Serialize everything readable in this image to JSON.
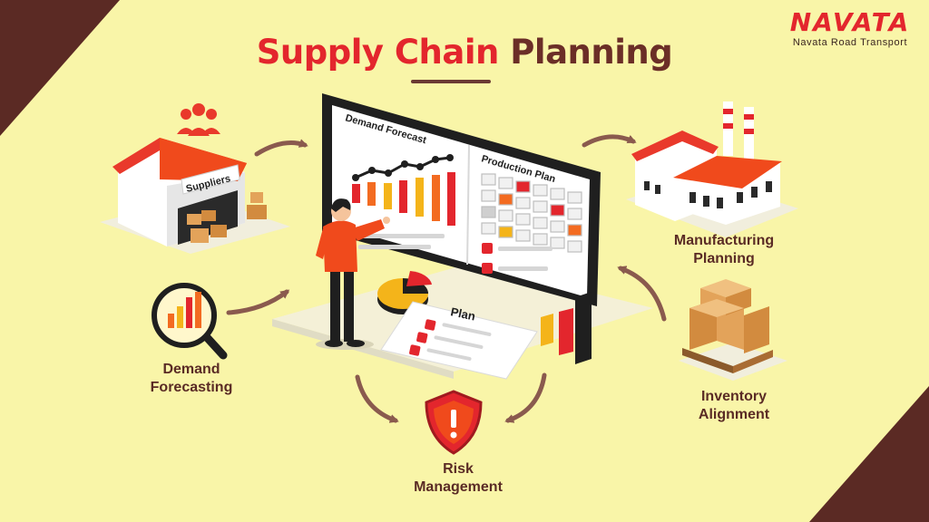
{
  "header": {
    "title_part1": "Supply Chain",
    "title_part2": "Planning"
  },
  "brand": {
    "logo_text": "NAVATA",
    "tagline": "Navata Road Transport"
  },
  "illustration": {
    "supplier_sign": "Suppliers",
    "demand_panel_title": "Demand Forecast",
    "production_panel_title": "Production Plan",
    "plan_sheet_title": "Plan"
  },
  "nodes": [
    {
      "line1": "Manufacturing",
      "line2": "Planning"
    },
    {
      "line1": "Demand",
      "line2": "Forecasting"
    },
    {
      "line1": "Inventory",
      "line2": "Alignment"
    },
    {
      "line1": "Risk",
      "line2": "Management"
    }
  ],
  "colors": {
    "background": "#f9f5a8",
    "accent_red": "#e3262d",
    "accent_orange": "#f36b21",
    "accent_yellow": "#f4b41a",
    "title_brown": "#6b2e27",
    "corner_brown": "#5b2a24",
    "arrow_brown": "#8a5a4e"
  }
}
